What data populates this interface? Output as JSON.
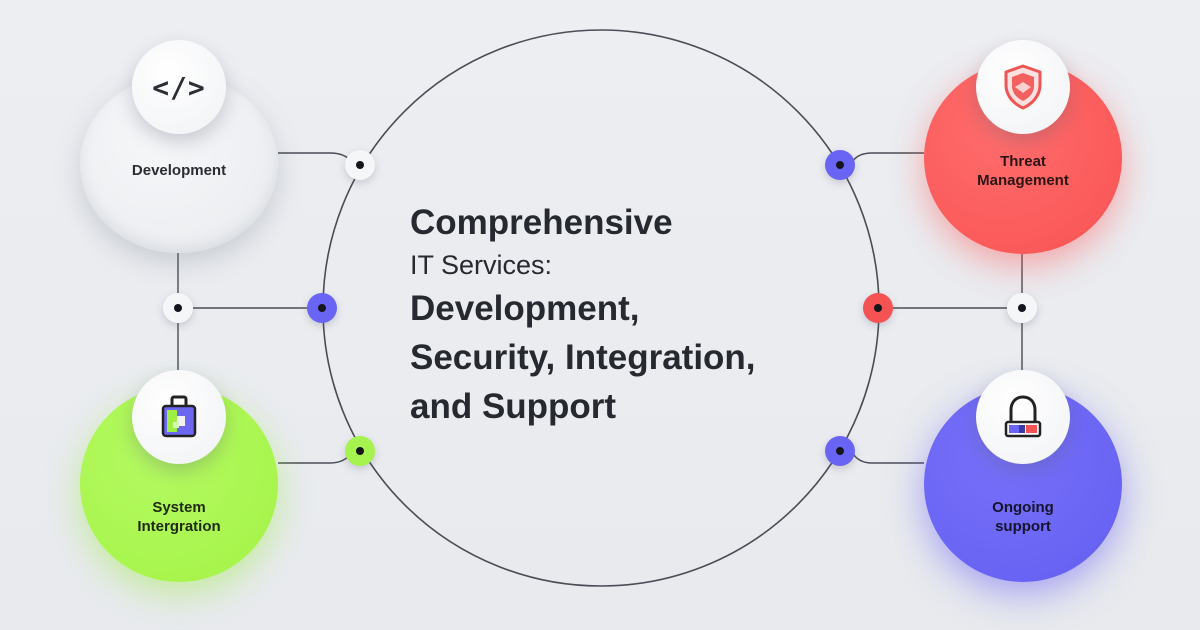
{
  "title": {
    "line1": "Comprehensive",
    "line2": "IT Services:",
    "line3": "Development,",
    "line4": "Security, Integration,",
    "line5": "and Support"
  },
  "services": {
    "development": {
      "label": "Development",
      "icon": "code-icon",
      "color": "#eceef1"
    },
    "threat_management": {
      "label": "Threat\nManagement",
      "icon": "shield-icon",
      "color": "#fb5a5a"
    },
    "system_integration": {
      "label": "System\nIntergration",
      "icon": "lock-icon",
      "color": "#a9f54e"
    },
    "ongoing_support": {
      "label": "Ongoing\nsupport",
      "icon": "padlock-icon",
      "color": "#6a64f4"
    }
  },
  "connector_colors": {
    "neutral": "#f5f6f8",
    "blue": "#6a64f4",
    "red": "#f55353",
    "green": "#a6f24f",
    "center_dot": "#14161b",
    "line": "#4a4d55"
  }
}
